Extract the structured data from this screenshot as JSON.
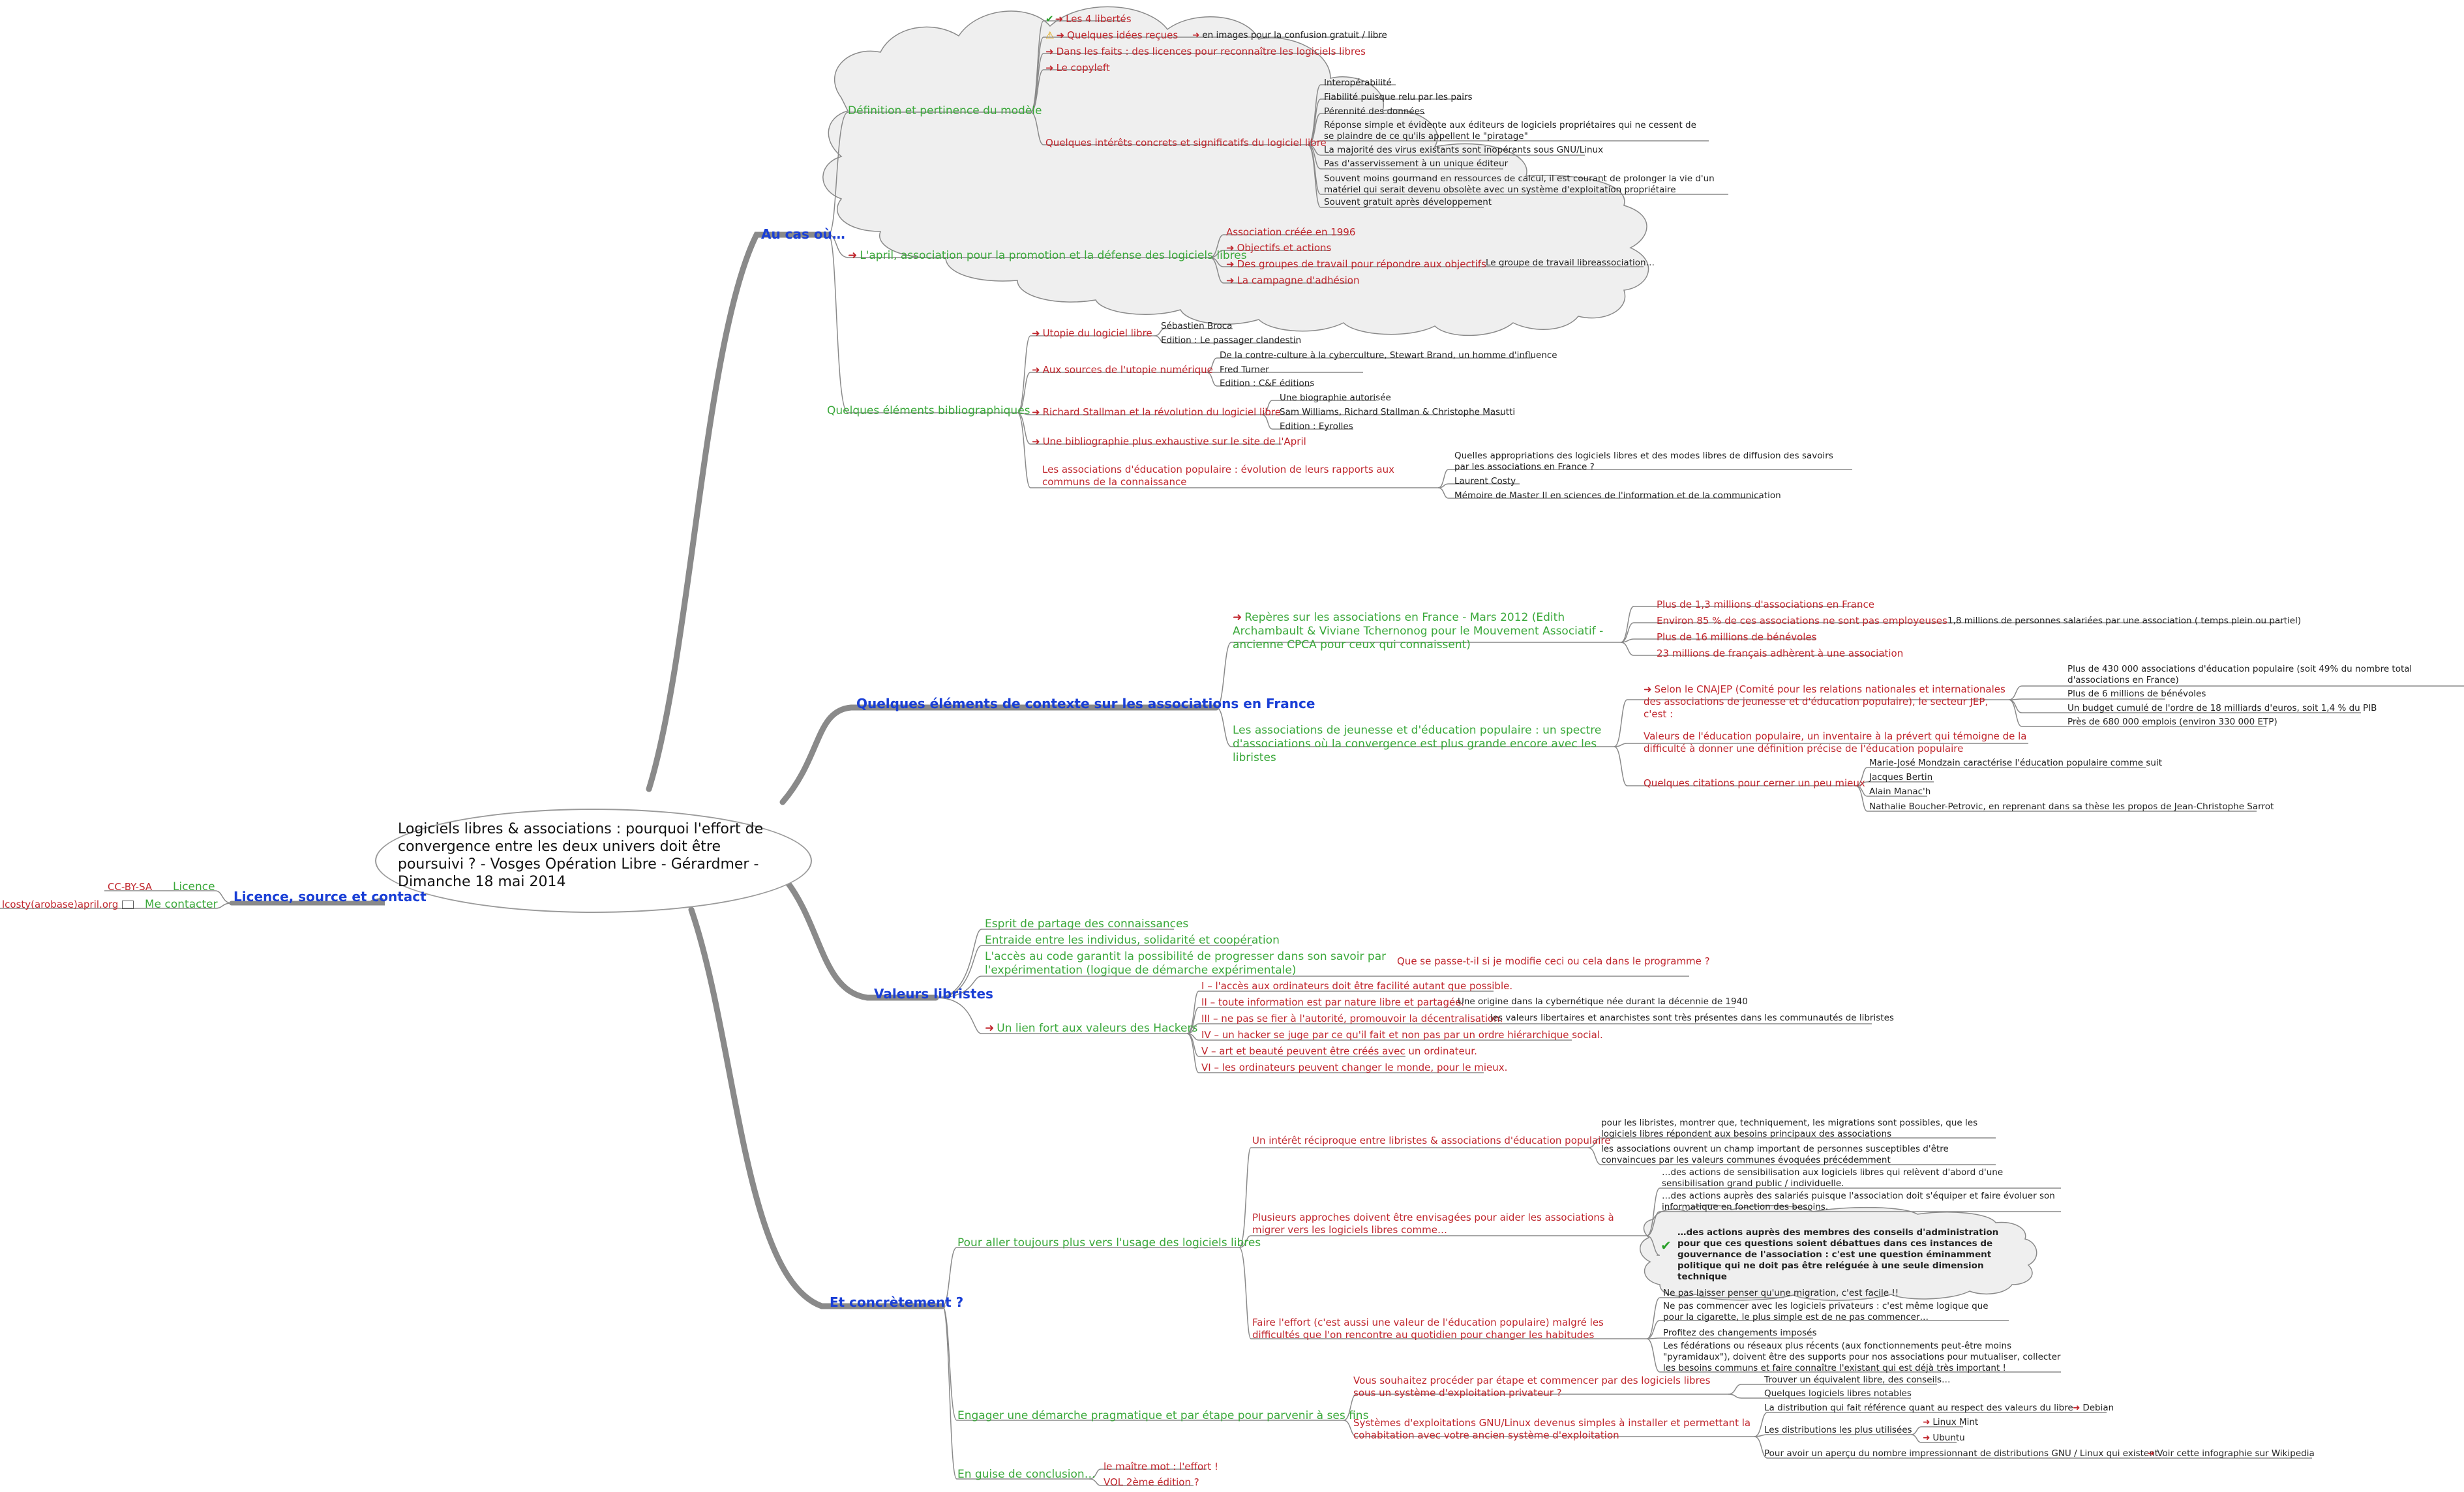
{
  "center": "Logiciels libres & associations : pourquoi l'effort de convergence entre les deux univers doit être poursuivi ? - Vosges Opération Libre - Gérardmer - Dimanche 18 mai 2014",
  "b1": "Au cas où…",
  "d1": "Définition et pertinence du modèle",
  "d1a": "Les 4 libertés",
  "d1b": "Quelques idées reçues",
  "d1b1": "en images pour la confusion gratuit / libre",
  "d1c": "Dans les faits : des licences pour reconnaître les logiciels libres",
  "d1d": "Le copyleft",
  "d1e": "Quelques intérêts concrets et significatifs du logiciel libre",
  "d1e1": "Interopérabilité",
  "d1e2": "Fiabilité puisque relu par les pairs",
  "d1e3": "Pérennité des données",
  "d1e4": "Réponse simple et évidente aux éditeurs de logiciels propriétaires qui ne cessent de se plaindre de ce qu'ils appellent le \"piratage\"",
  "d1e5": "La majorité des virus existants sont inopérants sous GNU/Linux",
  "d1e6": "Pas d'asservissement à un unique éditeur",
  "d1e7": "Souvent moins gourmand en ressources de calcul, il est courant de prolonger la vie d'un matériel qui serait devenu obsolète avec un système d'exploitation propriétaire",
  "d1e8": "Souvent gratuit après développement",
  "d2": "L'april, association pour la promotion et la défense des logiciels libres",
  "d2a": "Association créée en 1996",
  "d2b": "Objectifs et actions",
  "d2c": "Des groupes de travail pour répondre aux objectifs",
  "d2c1": "Le groupe de travail libreassociation…",
  "d2d": "La campagne d'adhésion",
  "d3": "Quelques éléments bibliographiques",
  "d3a": "Utopie du logiciel libre",
  "d3a1": "Sébastien Broca",
  "d3a2": "Edition : Le passager clandestin",
  "d3b": "Aux sources de l'utopie numérique",
  "d3b1": "De la contre-culture à la cyberculture, Stewart Brand, un homme d'influence",
  "d3b2": "Fred Turner",
  "d3b3": "Edition : C&F éditions",
  "d3c": "Richard Stallman et la révolution du logiciel libre",
  "d3c1": "Une biographie autorisée",
  "d3c2": "Sam Williams, Richard Stallman & Christophe Masutti",
  "d3c3": "Edition : Eyrolles",
  "d3d": "Une bibliographie plus exhaustive sur le site de l'April",
  "d3e": "Les associations d'éducation populaire : évolution de leurs rapports aux communs de la connaissance",
  "d3e1": "Quelles appropriations des logiciels libres et des modes libres de diffusion des savoirs par les associations en France ?",
  "d3e2": "Laurent Costy",
  "d3e3": "Mémoire de Master II en sciences de l'information et de la communication",
  "b2": "Quelques éléments de contexte sur les associations en France",
  "e1": "Repères sur les associations en France - Mars 2012 (Edith Archambault & Viviane Tchernonog pour le Mouvement Associatif - ancienne CPCA pour ceux qui connaissent)",
  "e1a": "Plus de 1,3 millions d'associations en France",
  "e1b": "Environ 85 % de ces associations ne sont pas employeuses",
  "e1b1": "1,8 millions de personnes salariées par une association ( temps plein ou partiel)",
  "e1c": "Plus de 16 millions de bénévoles",
  "e1d": "23 millions de français adhèrent à une association",
  "e2": "Les associations de jeunesse et d'éducation populaire : un spectre d'associations où la convergence est plus grande encore avec les libristes",
  "e2a": "Selon le CNAJEP (Comité pour les relations nationales et internationales des associations de jeunesse et d'éducation populaire), le secteur JEP, c'est :",
  "e2a1": "Plus de 430 000 associations d'éducation populaire (soit 49% du nombre total d'associations en France)",
  "e2a2": "Plus de 6 millions de bénévoles",
  "e2a3": "Un budget cumulé de l'ordre de 18 milliards d'euros, soit 1,4 % du PIB",
  "e2a4": "Près de 680 000 emplois (environ 330 000 ETP)",
  "e2b": "Valeurs de l'éducation populaire, un inventaire à la prévert qui témoigne de la difficulté à donner une définition précise de l'éducation populaire",
  "e2c": "Quelques citations pour cerner un peu mieux",
  "e2c1": "Marie-José Mondzain caractérise l'éducation populaire comme suit",
  "e2c2": "Jacques Bertin",
  "e2c3": "Alain Manac'h",
  "e2c4": "Nathalie Boucher-Petrovic, en reprenant dans sa thèse les propos de Jean-Christophe Sarrot",
  "b3": "Licence, source et contact",
  "l1": "Licence",
  "l1a": "CC-BY-SA",
  "l2": "Me contacter",
  "l2a": "lcosty(arobase)april.org",
  "b4": "Valeurs libristes",
  "v1": "Esprit de partage des connaissances",
  "v2": "Entraide entre les individus, solidarité et coopération",
  "v3": "L'accès au code garantit la possibilité de progresser dans son savoir par l'expérimentation (logique de démarche expérimentale)",
  "v3a": "Que se passe-t-il si je modifie ceci ou cela dans le programme ?",
  "v4": "Un lien fort aux valeurs des Hackers",
  "v4a": "I – l'accès aux ordinateurs doit être facilité autant que possible.",
  "v4b": "II – toute information est par nature libre et partagée.",
  "v4b1": "Une origine dans la cybernétique née durant la décennie de 1940",
  "v4c": "III – ne pas se fier à l'autorité, promouvoir la décentralisation.",
  "v4c1": "les valeurs libertaires et anarchistes sont très présentes dans les communautés de libristes",
  "v4d": "IV – un hacker se juge par ce qu'il fait et non pas par un ordre hiérarchique social.",
  "v4e": "V – art et beauté peuvent être créés avec un ordinateur.",
  "v4f": "VI – les ordinateurs peuvent changer le monde, pour le mieux.",
  "b5": "Et concrètement ?",
  "c1": "Pour aller toujours plus vers l'usage des logiciels libres",
  "c1a": "Un intérêt réciproque entre libristes & associations d'éducation populaire",
  "c1a1": "pour les libristes, montrer que, techniquement, les migrations sont possibles, que les logiciels libres répondent aux besoins principaux des associations",
  "c1a2": "les associations ouvrent un champ important de personnes susceptibles d'être convaincues par les valeurs communes évoquées précédemment",
  "c1b": "Plusieurs approches doivent être envisagées pour aider les associations à migrer vers les logiciels libres comme…",
  "c1b1": "…des actions de sensibilisation aux logiciels libres qui relèvent d'abord d'une sensibilisation grand public / individuelle.",
  "c1b2": "…des actions auprès des salariés puisque l'association doit s'équiper et faire évoluer son informatique en fonction des besoins.",
  "c1b3": "…des actions auprès des membres des conseils d'administration pour que ces questions soient débattues dans ces instances de gouvernance de l'association : c'est une question éminamment politique qui ne doit pas être reléguée à une seule dimension technique",
  "c1c": "Faire l'effort (c'est aussi une valeur de l'éducation populaire) malgré les difficultés que l'on rencontre au quotidien pour changer les habitudes",
  "c1c1": "Ne pas laisser penser qu'une migration, c'est facile !!",
  "c1c2": "Ne pas commencer avec les logiciels privateurs : c'est même logique que pour la cigarette, le plus simple est de ne pas commencer…",
  "c1c3": "Profitez des changements imposés",
  "c1c4": "Les fédérations ou réseaux plus récents (aux fonctionnements peut-être moins \"pyramidaux\"), doivent être des supports pour nos associations pour mutualiser, collecter les besoins communs et faire connaître l'existant qui est déjà très important !",
  "c2": "Engager une démarche pragmatique et par étape pour parvenir à ses fins",
  "c2a": "Vous souhaitez procéder par étape et commencer par des logiciels libres sous un système d'exploitation privateur ?",
  "c2a1": "Trouver un équivalent libre, des conseils…",
  "c2a2": "Quelques logiciels libres notables",
  "c2b": "Systèmes d'exploitations GNU/Linux devenus simples à installer et permettant la cohabitation avec votre ancien système d'exploitation",
  "c2b1": "La distribution qui fait référence quant au respect des valeurs du libre",
  "c2b1a": "Debian",
  "c2b2": "Les distributions les plus utilisées",
  "c2b2a": "Linux Mint",
  "c2b2b": "Ubuntu",
  "c2b3": "Pour avoir un aperçu du nombre impressionnant de distributions GNU / Linux qui existent",
  "c2b3a": "Voir cette infographie sur Wikipedia",
  "c3": "En guise de conclusion…",
  "c3a": "le maître mot : l'effort !",
  "c3b": "VOL 2ème édition ?",
  "colors": {
    "branch": "#1a3fd6",
    "level1": "#3aa83a",
    "level2": "#c0262d",
    "line": "#8a8a8a",
    "cloud": "#efefef"
  },
  "icons": {
    "check": "check-icon",
    "warning": "warning-icon",
    "link": "arrow-link-icon",
    "mail": "envelope-icon"
  }
}
